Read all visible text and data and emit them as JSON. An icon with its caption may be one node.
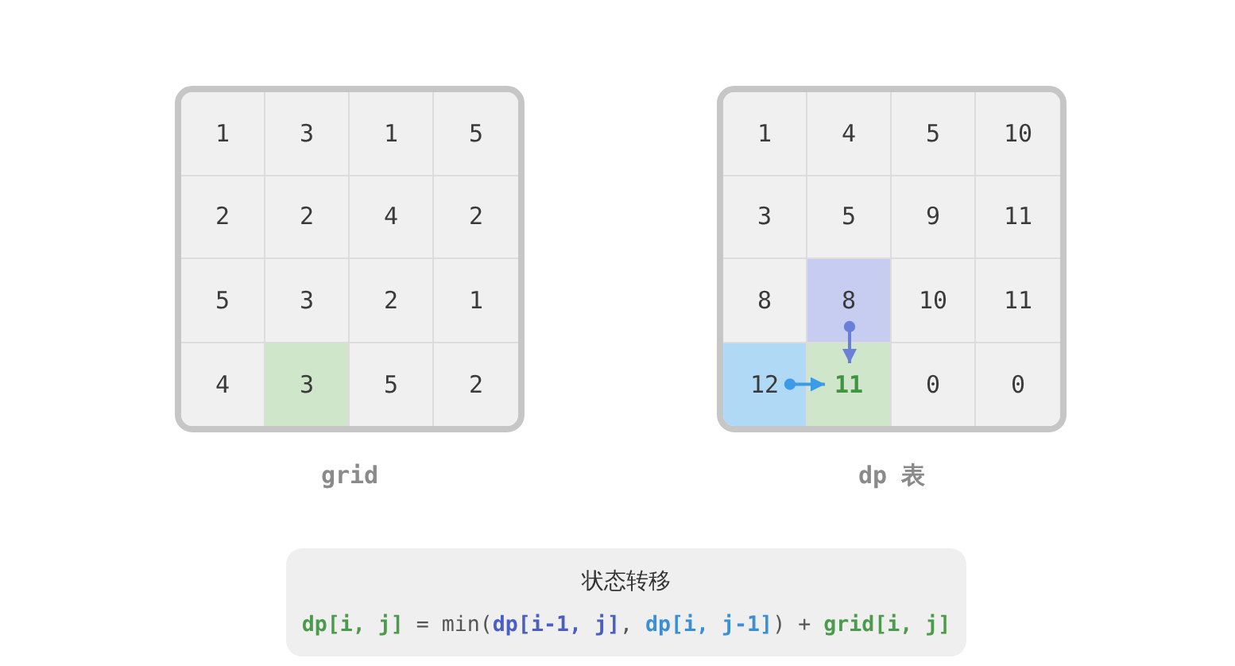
{
  "diagram": {
    "nodes": [
      {
        "text": [],
        "shape": "box",
        "beside": [
          "grid"
        ]
      },
      {
        "text": [
          "1"
        ],
        "in": 0
      },
      {
        "text": [
          "3"
        ],
        "in": 0
      },
      {
        "text": [
          "1"
        ],
        "in": 0
      },
      {
        "text": [
          "5"
        ],
        "in": 0
      },
      {
        "text": [
          "2"
        ],
        "in": 0
      },
      {
        "text": [
          "2"
        ],
        "in": 0
      },
      {
        "text": [
          "4"
        ],
        "in": 0
      },
      {
        "text": [
          "2"
        ],
        "in": 0
      },
      {
        "text": [
          "5"
        ],
        "in": 0
      },
      {
        "text": [
          "3"
        ],
        "in": 0
      },
      {
        "text": [
          "2"
        ],
        "in": 0
      },
      {
        "text": [
          "1"
        ],
        "in": 0
      },
      {
        "text": [
          "4"
        ],
        "in": 0
      },
      {
        "text": [
          "3"
        ],
        "in": 0
      },
      {
        "text": [
          "5"
        ],
        "in": 0
      },
      {
        "text": [
          "2"
        ],
        "in": 0
      },
      {
        "text": [],
        "shape": "box",
        "beside": [
          "dp 表"
        ]
      },
      {
        "text": [
          "1"
        ],
        "in": 17
      },
      {
        "text": [
          "4"
        ],
        "in": 17
      },
      {
        "text": [
          "5"
        ],
        "in": 17
      },
      {
        "text": [
          "10"
        ],
        "in": 17
      },
      {
        "text": [
          "3"
        ],
        "in": 17
      },
      {
        "text": [
          "5"
        ],
        "in": 17
      },
      {
        "text": [
          "9"
        ],
        "in": 17
      },
      {
        "text": [
          "11"
        ],
        "in": 17
      },
      {
        "text": [
          "8"
        ],
        "in": 17
      },
      {
        "text": [
          "8"
        ],
        "in": 17
      },
      {
        "text": [
          "10"
        ],
        "in": 17
      },
      {
        "text": [
          "11"
        ],
        "in": 17
      },
      {
        "text": [
          "12"
        ],
        "in": 17
      },
      {
        "text": [
          "11"
        ],
        "in": 17
      },
      {
        "text": [
          "0"
        ],
        "in": 17
      },
      {
        "text": [
          "0"
        ],
        "in": 17
      },
      {
        "text": [
          "状态转移",
          "**dp[i, j]** = min(**dp[i-1, j]**, **dp[i, j-1]**) + **grid[i, j]**"
        ]
      }
    ],
    "edges": [
      {
        "from": 27,
        "to": 31,
        "arrow": "to",
        "color": "#6a7fd8"
      },
      {
        "from": 30,
        "to": 31,
        "arrow": "to",
        "color": "#3b9be6"
      }
    ]
  }
}
